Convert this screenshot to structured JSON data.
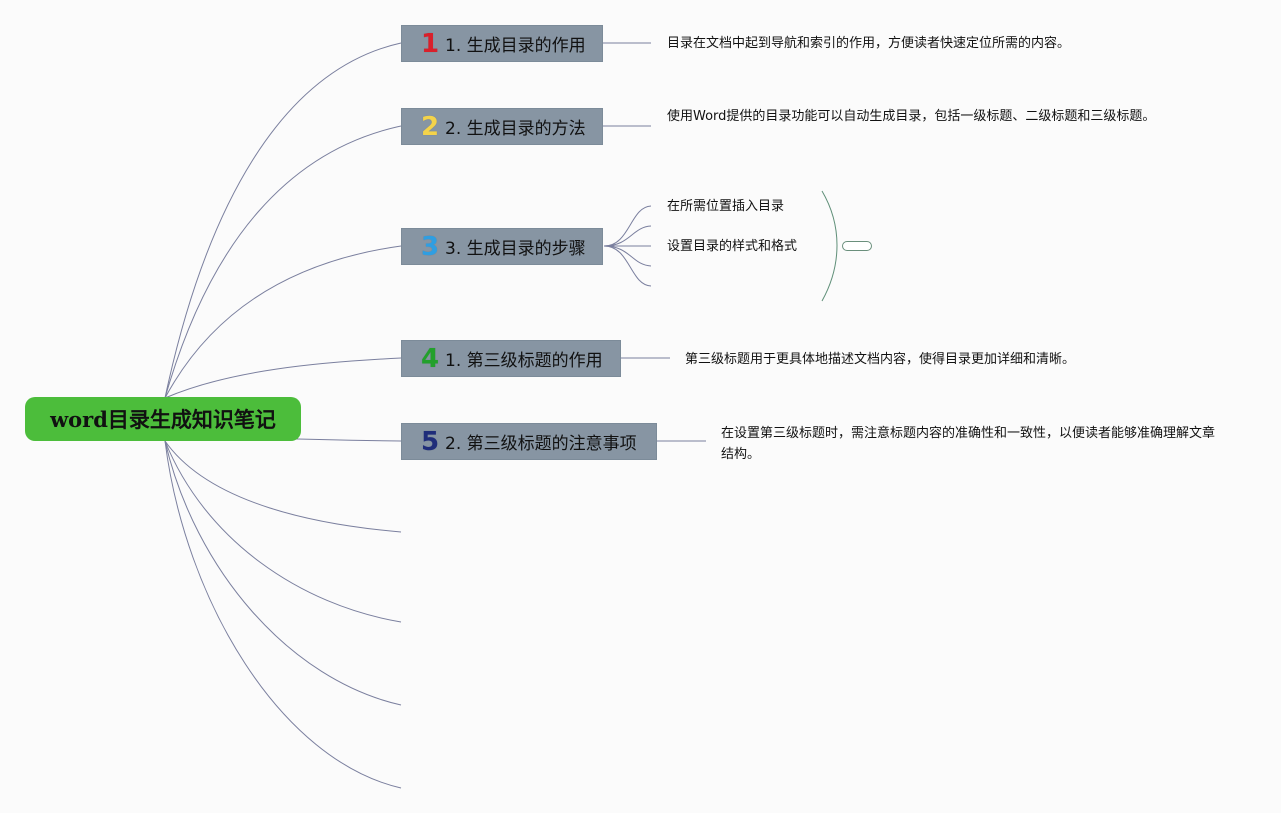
{
  "root": {
    "title": "word目录生成知识笔记"
  },
  "topics": [
    {
      "number": "1",
      "number_color": "#d9202b",
      "label": "1. 生成目录的作用",
      "note": "目录在文档中起到导航和索引的作用，方便读者快速定位所需的内容。"
    },
    {
      "number": "2",
      "number_color": "#f4d34a",
      "label": "2. 生成目录的方法",
      "note": "使用Word提供的目录功能可以自动生成目录，包括一级标题、二级标题和三级标题。"
    },
    {
      "number": "3",
      "number_color": "#2f9ee2",
      "label": "3. 生成目录的步骤",
      "subitems": [
        "在所需位置插入目录",
        "设置目录的样式和格式"
      ]
    },
    {
      "number": "4",
      "number_color": "#23a02c",
      "label": "1. 第三级标题的作用",
      "note": "第三级标题用于更具体地描述文档内容，使得目录更加详细和清晰。"
    },
    {
      "number": "5",
      "number_color": "#1f2d7a",
      "label": "2. 第三级标题的注意事项",
      "note": "在设置第三级标题时，需注意标题内容的准确性和一致性，以便读者能够准确理解文章结构。"
    }
  ],
  "colors": {
    "root_fill": "#4cbd3b",
    "topic_fill": "#8795a3",
    "branch_line": "#7a7f9e",
    "bracket_line": "#5f8f78"
  }
}
